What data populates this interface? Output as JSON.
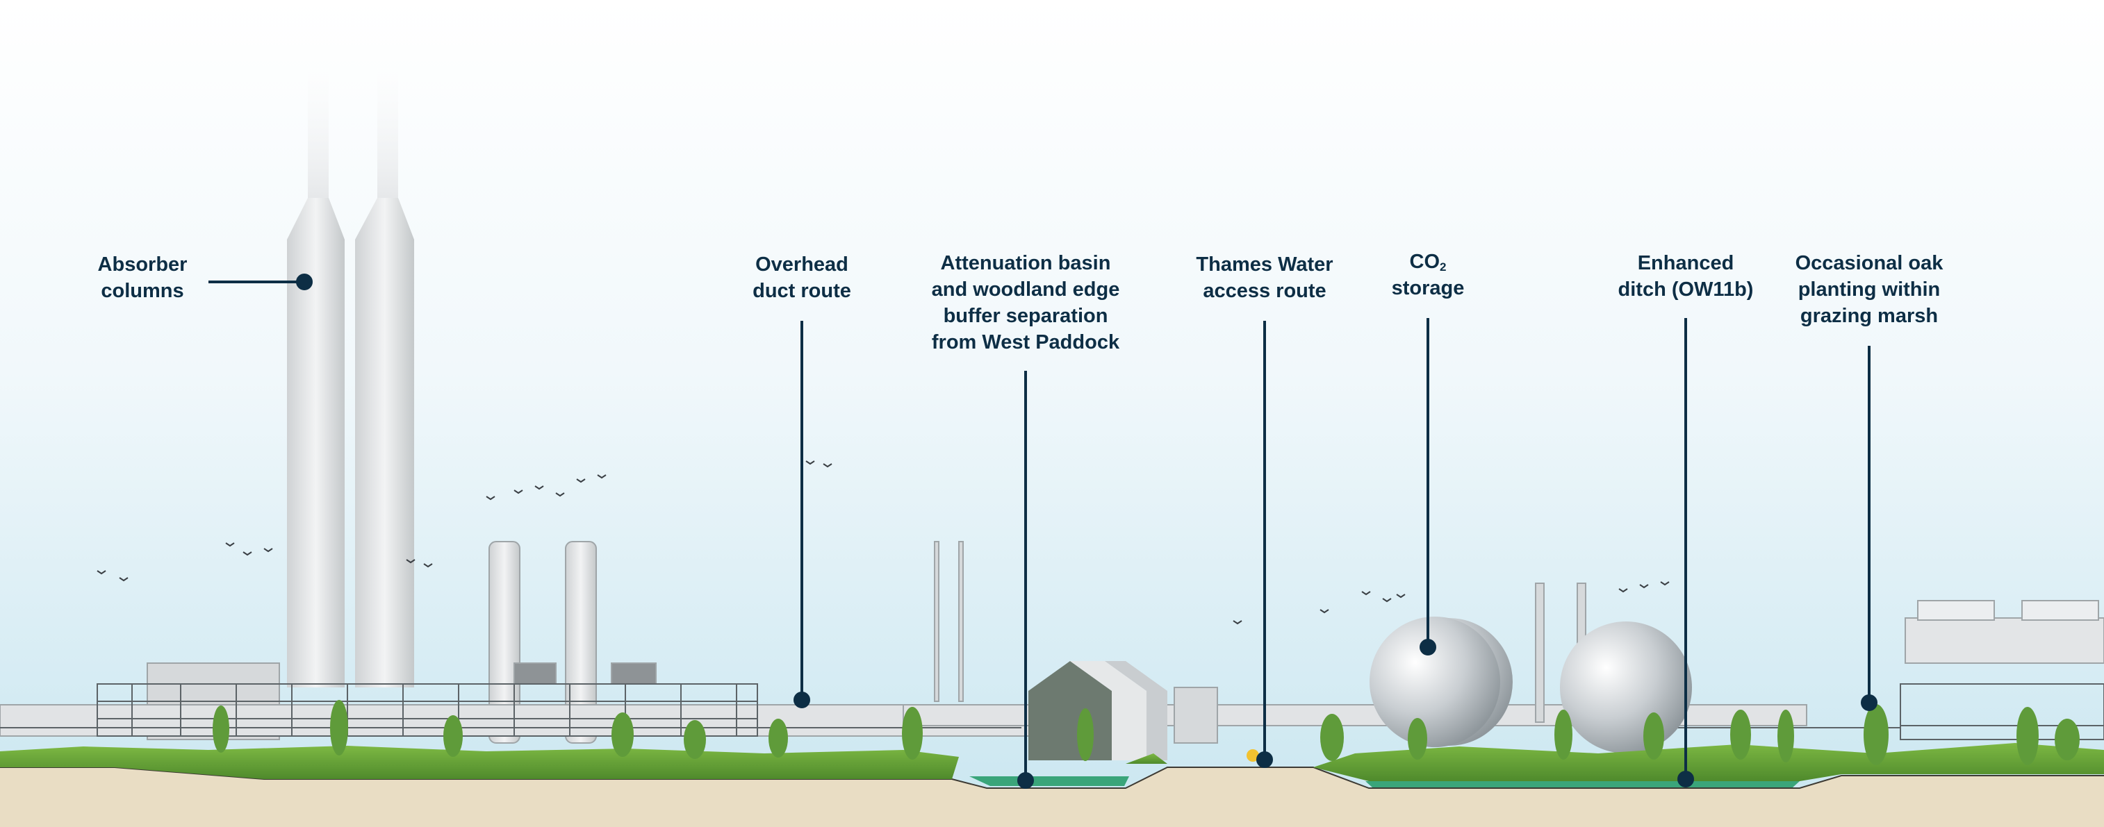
{
  "annotations": [
    {
      "id": "absorber",
      "lines": [
        "Absorber",
        "columns"
      ]
    },
    {
      "id": "overhead-duct",
      "lines": [
        "Overhead",
        "duct route"
      ]
    },
    {
      "id": "attenuation",
      "lines": [
        "Attenuation basin",
        "and woodland edge",
        "buffer separation",
        "from West Paddock"
      ]
    },
    {
      "id": "thames-water",
      "lines": [
        "Thames Water",
        "access route"
      ]
    },
    {
      "id": "co2",
      "prefix": "CO",
      "subscript": "2",
      "line2": "storage"
    },
    {
      "id": "enhanced-ditch",
      "lines": [
        "Enhanced",
        "ditch (OW11b)"
      ]
    },
    {
      "id": "oak",
      "lines": [
        "Occasional oak",
        "planting within",
        "grazing marsh"
      ]
    }
  ],
  "colors": {
    "label_text": "#0d2e45",
    "leader_line": "#0d2e45",
    "sky_top": "#ffffff",
    "sky_bottom": "#c9e6f0",
    "ground": "#e8dcc3",
    "grass": "#6fa83a",
    "water": "#2f9a6c",
    "structure": "#d9dcde"
  }
}
